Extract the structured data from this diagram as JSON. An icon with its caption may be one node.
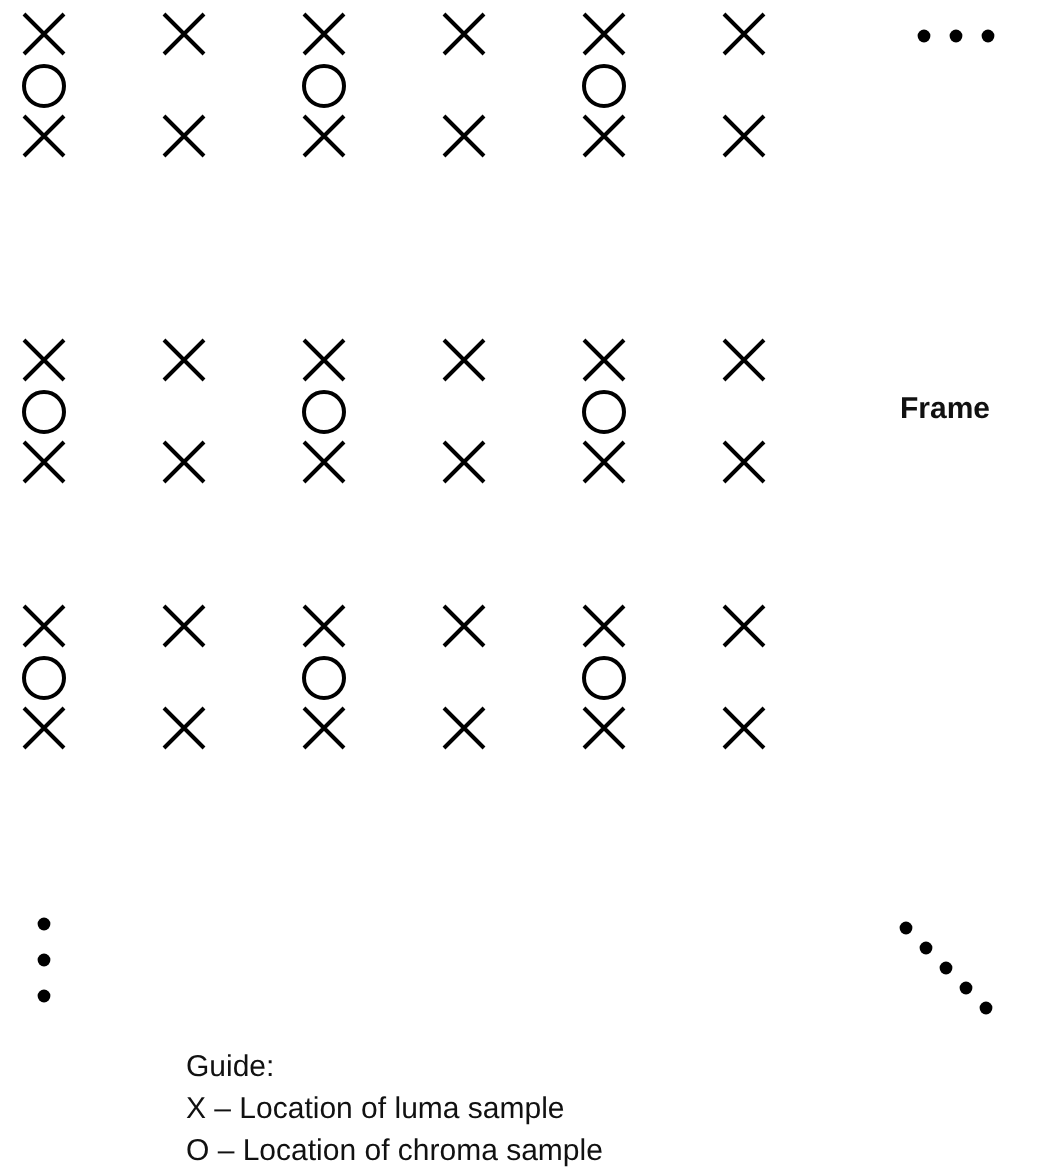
{
  "diagram": {
    "labels": [
      "Frame",
      "Guide:",
      "X – Location of luma sample",
      "O – Location of chroma sample"
    ]
  }
}
